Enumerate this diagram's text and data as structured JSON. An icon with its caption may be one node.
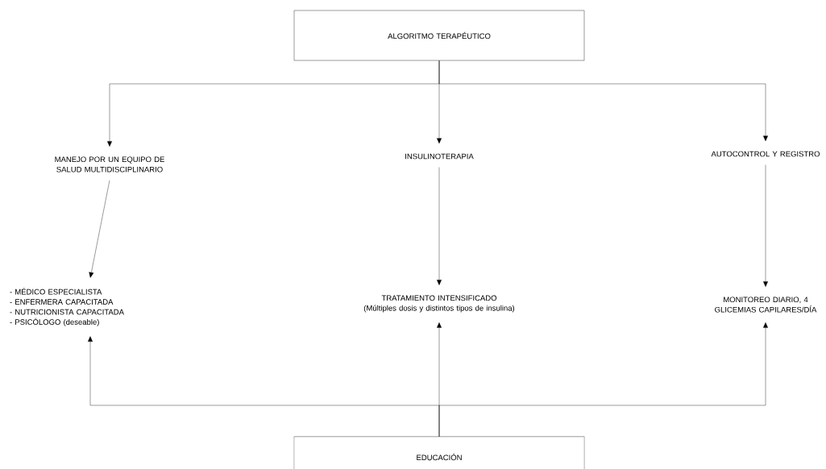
{
  "diagram": {
    "nodes": [
      {
        "text": [
          "ALGORITMO TERAPÉUTICO"
        ]
      },
      {
        "text": [
          "MANEJO POR UN EQUIPO DE SALUD MULTIDISCIPLINARIO"
        ]
      },
      {
        "text": [
          "INSULINOTERAPIA"
        ]
      },
      {
        "text": [
          "AUTOCONTROL Y REGISTRO"
        ]
      },
      {
        "text": [
          "- MÉDICO ESPECIALISTA",
          "- ENFERMERA CAPACITADA",
          "- NUTRICIONISTA CAPACITADA",
          "- PSICÓLOGO (deseable)"
        ]
      },
      {
        "text": [
          "TRATAMIENTO INTENSIFICADO",
          "(Múltiples dosis y distintos tipos de insulina)"
        ]
      },
      {
        "text": [
          "MONITOREO DIARIO, 4 GLICEMIAS CAPILARES/DÍA"
        ]
      },
      {
        "text": [
          "EDUCACIÓN"
        ]
      }
    ],
    "edges": [
      {
        "from": 0,
        "to": 1,
        "arrow": "to"
      },
      {
        "from": 0,
        "to": 2,
        "arrow": "to"
      },
      {
        "from": 0,
        "to": 3,
        "arrow": "to"
      },
      {
        "from": 1,
        "to": 4,
        "arrow": "to"
      },
      {
        "from": 2,
        "to": 5,
        "arrow": "to"
      },
      {
        "from": 3,
        "to": 6,
        "arrow": "to"
      },
      {
        "from": 7,
        "to": 4,
        "arrow": "to"
      },
      {
        "from": 7,
        "to": 5,
        "arrow": "to"
      },
      {
        "from": 7,
        "to": 6,
        "arrow": "to"
      }
    ]
  }
}
